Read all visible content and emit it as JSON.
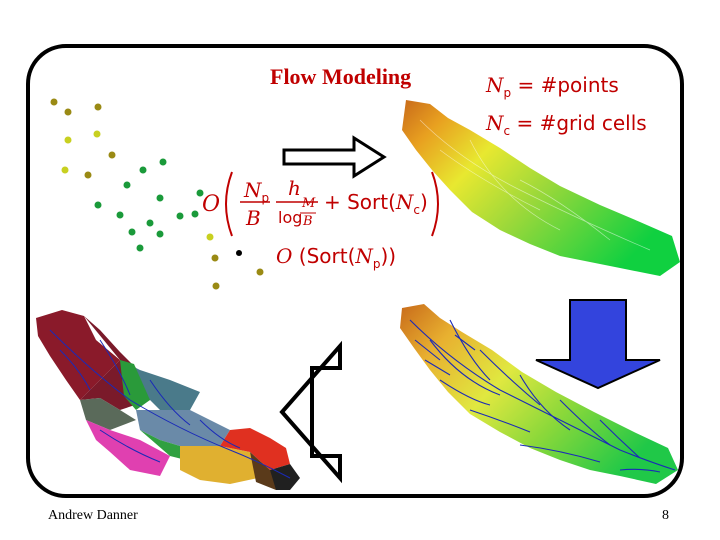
{
  "slide": {
    "title": "Flow Modeling",
    "author": "Andrew Danner",
    "page_number": "8"
  },
  "legend": {
    "np_symbol": "N",
    "np_sub": "p",
    "np_rhs": "= #points",
    "nc_symbol": "N",
    "nc_sub": "c",
    "nc_rhs": "= #grid cells"
  },
  "formulas": {
    "big_o": "O",
    "frac1_num": "N",
    "frac1_num_sub": "p",
    "frac1_den": "B",
    "frac2_num": "h",
    "frac2_den_log": "log",
    "frac2_den_M": "M",
    "frac2_den_B": "B",
    "plus_sort": "+ Sort(",
    "nc": "N",
    "nc_sub": "c",
    "close": ")",
    "second": "O (Sort(",
    "second_np": "N",
    "second_np_sub": "p",
    "second_close": "))"
  },
  "colors": {
    "accent": "#c00000",
    "arrow_blue": "#3344dd",
    "point_olive": "#9a8a14",
    "point_yellow": "#c8d020",
    "point_green": "#1a9a3a"
  },
  "icons": {
    "right_arrow": "outline-arrow-right-icon",
    "down_arrow": "filled-arrow-down-icon",
    "left_arrow": "outline-arrow-left-icon"
  }
}
